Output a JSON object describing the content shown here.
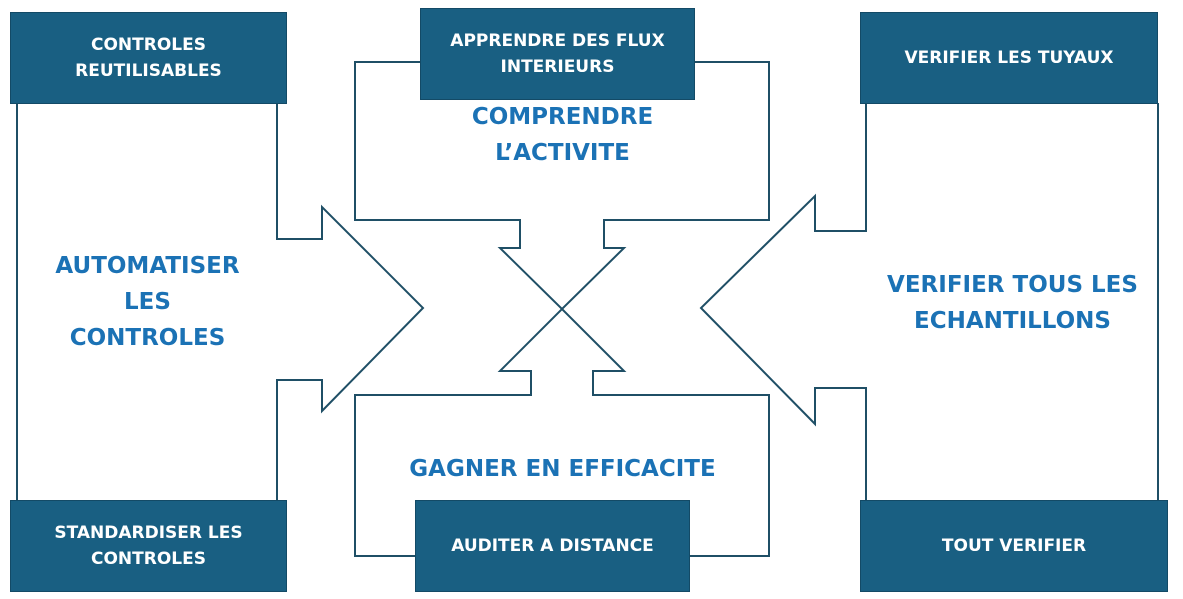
{
  "colors": {
    "box": "#195f82",
    "outline": "#1f4f66",
    "label": "#1b72b5"
  },
  "themes": {
    "left": "AUTOMATISER\nLES\nCONTROLES",
    "top": "COMPRENDRE\nL’ACTIVITE",
    "bottom": "GAGNER EN EFFICACITE",
    "right": "VERIFIER TOUS LES\nECHANTILLONS"
  },
  "boxes": {
    "top_left": "CONTROLES\nREUTILISABLES",
    "bottom_left": "STANDARDISER LES\nCONTROLES",
    "top_center": "APPRENDRE DES FLUX\nINTERIEURS",
    "bottom_center": "AUDITER A DISTANCE",
    "top_right": "VERIFIER LES TUYAUX",
    "bottom_right": "TOUT VERIFIER"
  }
}
